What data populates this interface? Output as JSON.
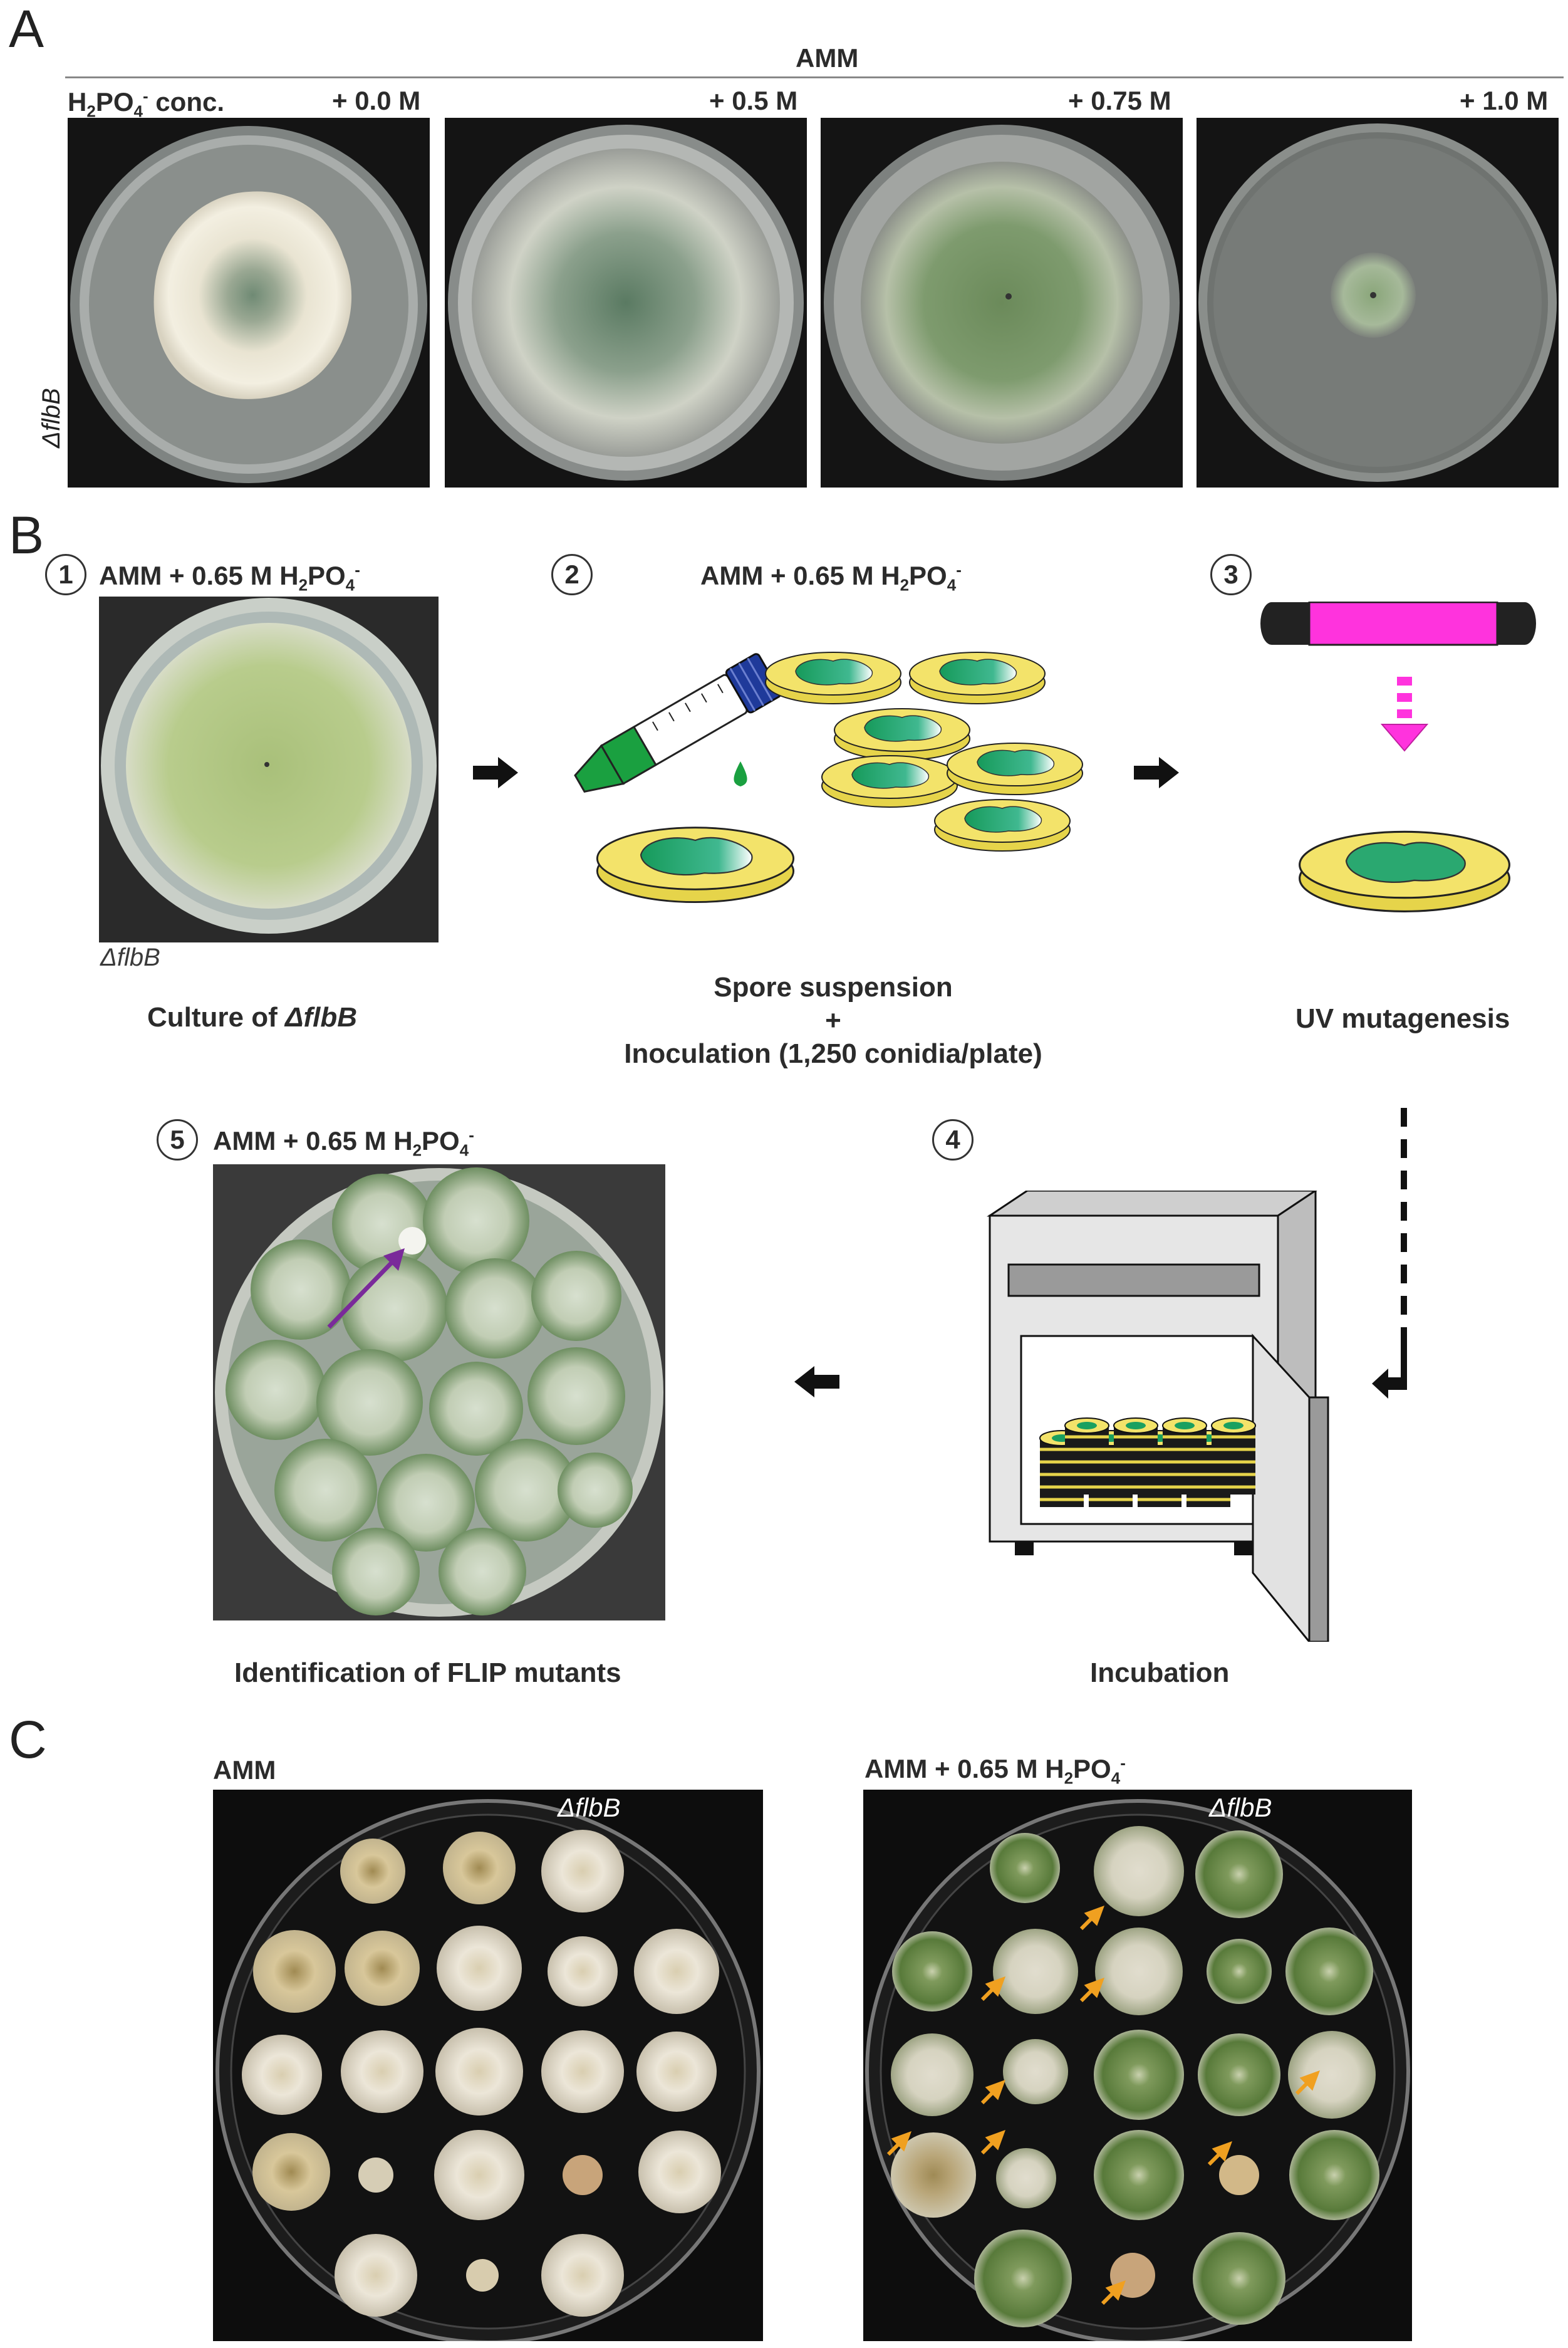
{
  "panel_a": {
    "letter": "A",
    "medium": "AMM",
    "conc_label_pre": "H",
    "conc_sub1": "2",
    "conc_label_mid": "PO",
    "conc_sub2": "4",
    "conc_sup": "-",
    "conc_label_post": " conc.",
    "strain": "ΔflbB",
    "plates": [
      {
        "label": "+ 0.0 M"
      },
      {
        "label": "+ 0.5 M"
      },
      {
        "label": "+ 0.75 M"
      },
      {
        "label": "+ 1.0 M"
      }
    ]
  },
  "panel_b": {
    "letter": "B",
    "medium_pre": "AMM + 0.65 M H",
    "medium_sub1": "2",
    "medium_mid": "PO",
    "medium_sub2": "4",
    "medium_sup": "-",
    "steps": [
      {
        "num": "1",
        "caption_pre": "Culture of ",
        "caption_strain": "ΔflbB",
        "strain_label": "ΔflbB"
      },
      {
        "num": "2",
        "caption_line1": "Spore suspension",
        "caption_line2": "+",
        "caption_line3": "Inoculation (1,250 conidia/plate)"
      },
      {
        "num": "3",
        "caption": "UV mutagenesis"
      },
      {
        "num": "4",
        "caption": "Incubation"
      },
      {
        "num": "5",
        "caption": "Identification of FLIP mutants"
      }
    ],
    "colors": {
      "uv_lamp": "#ff33dd",
      "agar": "#f0e060",
      "colony": "#1aa060",
      "tube_cap": "#1f3a9a",
      "tube_fill": "#1aa040",
      "arrow_purple": "#7a2a9a"
    }
  },
  "panel_c": {
    "letter": "C",
    "left_medium": "AMM",
    "right_medium_pre": "AMM + 0.65 M H",
    "right_medium_sub1": "2",
    "right_medium_mid": "PO",
    "right_medium_sub2": "4",
    "right_medium_sup": "-",
    "strain_left": "ΔflbB",
    "strain_right": "ΔflbB",
    "arrow_color": "#f0a020"
  }
}
